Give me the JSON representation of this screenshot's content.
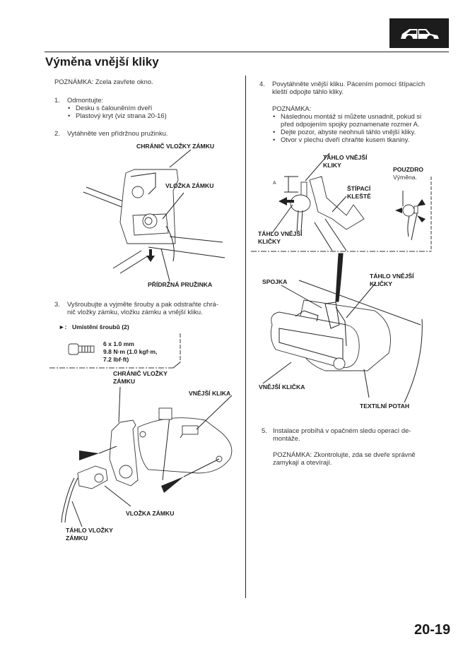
{
  "header": {
    "section_icon": "car-body-icon",
    "title": "Výměna vnější kliky",
    "page_number": "20-19"
  },
  "left": {
    "note": "POZNÁMKA: Zcela zavřete okno.",
    "steps": [
      {
        "num": "1.",
        "text": "Odmontujte:",
        "bullets": [
          "Desku s čalouněním dveří",
          "Plastový kryt (viz strana 20-16)"
        ]
      },
      {
        "num": "2.",
        "text": "Vytáhněte ven přídržnou pružinku."
      },
      {
        "num": "3.",
        "text_line1": "Vyšroubujte a vyjměte šrouby a pak odstraňte chrá-",
        "text_line2": "nič vložky zámku, vložku zámku a vnější kliku."
      }
    ],
    "figure1": {
      "labels": [
        "CHRÁNIČ VLOŽKY ZÁMKU",
        "VLOŽKA ZÁMKU",
        "PŘÍDRŽNÁ PRUŽINKA"
      ]
    },
    "bolt_box": {
      "marker": "►:",
      "heading": "Umístění šroubů (2)",
      "spec_lines": [
        "6 x 1.0 mm",
        "9.8 N·m (1.0 kgf·m,",
        "7.2 lbf·ft)"
      ]
    },
    "figure2": {
      "labels": {
        "guard_l1": "CHRÁNIČ VLOŽKY",
        "guard_l2": "ZÁMKU",
        "handle": "VNĚJŠÍ KLIKA",
        "cylinder": "VLOŽKA ZÁMKU",
        "rod_l1": "TÁHLO VLOŽKY",
        "rod_l2": "ZÁMKU"
      }
    }
  },
  "right": {
    "step4": {
      "num": "4.",
      "line1": "Povytáhněte vnější kliku. Pácením pomocí štípacích",
      "line2": "kleští odpojte táhlo kliky.",
      "note_heading": "POZNÁMKA:",
      "bullets": [
        {
          "l1": "Následnou montáž si můžete usnadnit, pokud si",
          "l2": "před odpojením spojky poznamenate rozmer A."
        },
        {
          "l1": "Dejte pozor, abyste neohnuli táhlo vnější kliky."
        },
        {
          "l1": "Otvor v plechu dveří chraňte kusem tkaniny."
        }
      ]
    },
    "figure3": {
      "labels": {
        "rod_top_l1": "TÁHLO VNĚJŠÍ",
        "rod_top_l2": "KLIKY",
        "dim": "A",
        "pliers_l1": "ŠTÍPACÍ",
        "pliers_l2": "KLEŠTĚ",
        "rod_bot_l1": "TÁHLO VNĚJŠÍ",
        "rod_bot_l2": "KLIČKY",
        "bushing": "POUZDRO",
        "bushing_note": "Výměna."
      }
    },
    "figure4": {
      "labels": {
        "joint": "SPOJKA",
        "rod_l1": "TÁHLO VNĚJŠÍ",
        "rod_l2": "KLIČKY",
        "handle": "VNĚJŠÍ KLIČKA",
        "fabric": "TEXTILNÍ POTAH"
      }
    },
    "step5": {
      "num": "5.",
      "line1": "Instalace probíhá v opačném sledu operací de-",
      "line2": "montáže.",
      "note_l1": "POZNÁMKA: Zkontrolujte, zda se dveře správně",
      "note_l2": "zamykají a otevírají."
    }
  }
}
